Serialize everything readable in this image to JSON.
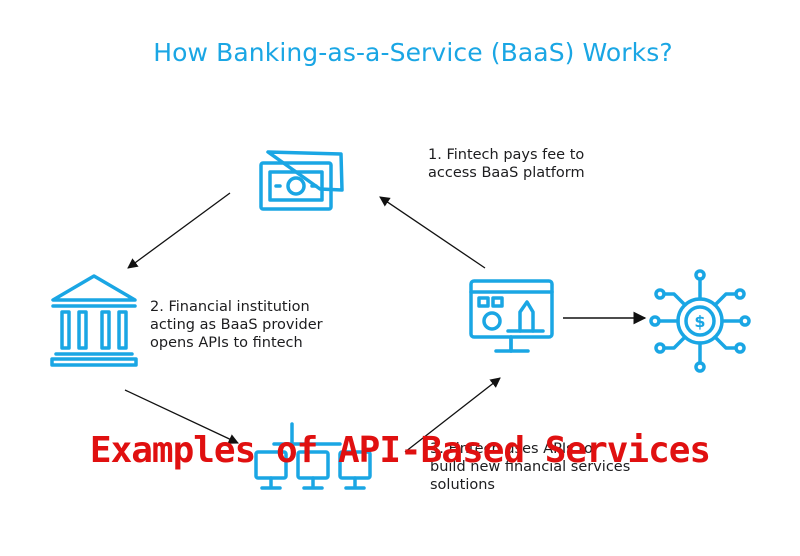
{
  "diagram": {
    "title": "How Banking-as-a-Service (BaaS) Works?",
    "steps": [
      {
        "text_lines": [
          "1. Fintech pays fee to",
          "access BaaS platform"
        ]
      },
      {
        "text_lines": [
          "2. Financial institution",
          "acting as BaaS provider",
          "opens APIs to fintech"
        ]
      },
      {
        "text_lines": [
          "3. Fintech uses APIs to",
          "build new financial services",
          "solutions"
        ]
      }
    ],
    "icons": [
      "cash-icon",
      "bank-building-icon",
      "api-blocks-icon",
      "fintech-platform-icon",
      "financial-services-network-icon"
    ],
    "accent_color": "#1aa6e4"
  },
  "overlay_caption": "Examples of API-Based Services",
  "overlay_color": "#e01010"
}
